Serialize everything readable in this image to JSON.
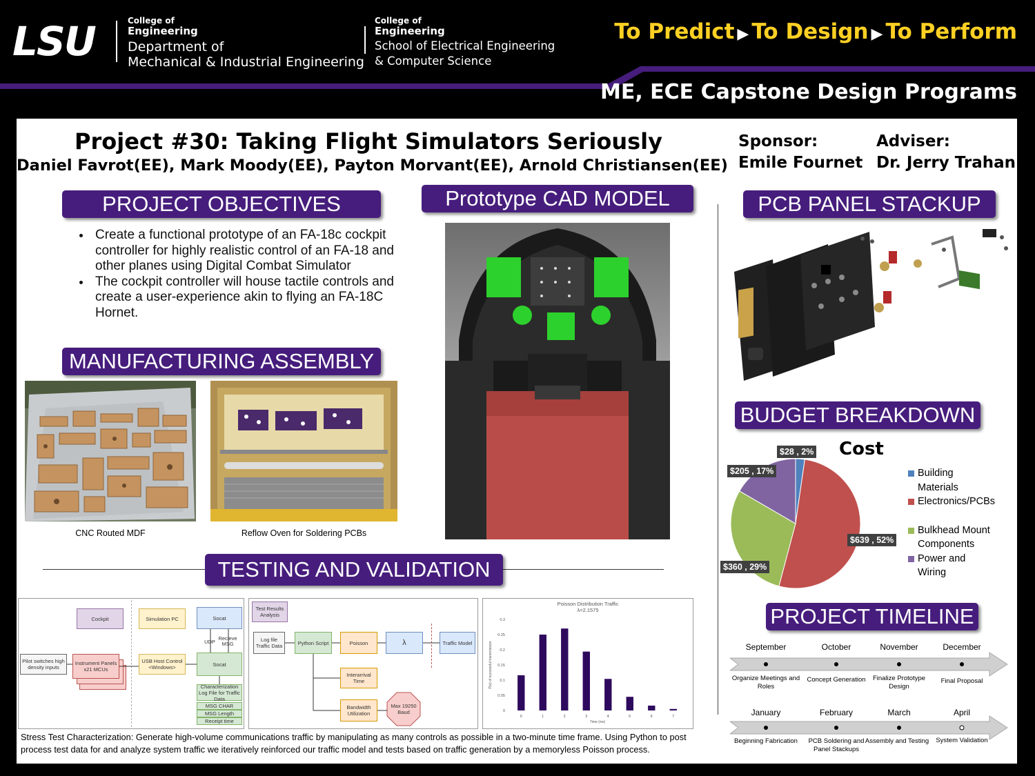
{
  "header": {
    "logo_text": "LSU",
    "college1": {
      "small": "College of",
      "eng": "Engineering",
      "dept_line1": "Department of",
      "dept_line2": "Mechanical & Industrial Engineering"
    },
    "college2": {
      "small": "College of",
      "eng": "Engineering",
      "school_line1": "School of Electrical Engineering",
      "school_line2": "& Computer Science"
    },
    "tagline": {
      "part1": "To Predict",
      "part2": "To Design",
      "part3": "To Perform"
    },
    "programs": "ME, ECE Capstone Design Programs"
  },
  "colors": {
    "purple": "#461d7c",
    "gold": "#fdd023",
    "blue": "#4f81bd",
    "red": "#c0504d",
    "green": "#9bbb59",
    "violet": "#8064a2"
  },
  "title": {
    "project": "Project #30: Taking Flight Simulators Seriously",
    "team": "Daniel Favrot(EE), Mark Moody(EE), Payton Morvant(EE), Arnold Christiansen(EE)"
  },
  "sponsor": {
    "label": "Sponsor:",
    "name": "Emile Fournet"
  },
  "adviser": {
    "label": "Adviser:",
    "name": "Dr. Jerry Trahan"
  },
  "sections": {
    "objectives": "PROJECT OBJECTIVES",
    "manufacturing": "MANUFACTURING ASSEMBLY",
    "cad": "Prototype CAD MODEL",
    "pcb": "PCB PANEL STACKUP",
    "budget": "BUDGET BREAKDOWN",
    "timeline": "PROJECT TIMELINE",
    "testing": "TESTING AND VALIDATION"
  },
  "objectives": [
    "Create a functional prototype of an FA-18c cockpit controller for highly realistic control of an FA-18 and other planes using Digital Combat Simulator",
    "The cockpit controller will house tactile controls and create a user-experience akin to flying an FA-18C Hornet."
  ],
  "captions": {
    "cnc": "CNC Routed MDF",
    "reflow": "Reflow Oven for Soldering PCBs"
  },
  "chart_data": [
    {
      "type": "pie",
      "title": "Cost",
      "categories": [
        "Building Materials",
        "Electronics/PCBs",
        "Bulkhead Mount Components",
        "Power and Wiring"
      ],
      "values": [
        28,
        639,
        360,
        205
      ],
      "percents": [
        2,
        52,
        29,
        17
      ],
      "data_labels": [
        "$28 , 2%",
        "$639 , 52%",
        "$360 , 29%",
        "$205 , 17%"
      ],
      "colors": [
        "#4f81bd",
        "#c0504d",
        "#9bbb59",
        "#8064a2"
      ],
      "legend": "right",
      "legend_lines": [
        [
          "Building",
          "Materials"
        ],
        [
          "Electronics/PCBs"
        ],
        [
          "Bulkhead Mount",
          "Components"
        ],
        [
          "Power and",
          "Wiring"
        ]
      ]
    },
    {
      "type": "bar",
      "title": "Poisson Distribution Traffic",
      "subtitle": "λ=2.1575",
      "categories": [
        "0",
        "1",
        "2",
        "3",
        "4",
        "5",
        "6",
        "7"
      ],
      "values": [
        0.116,
        0.25,
        0.27,
        0.194,
        0.104,
        0.045,
        0.016,
        0.005
      ],
      "xlabel": "Time (ms)",
      "ylabel": "P(x) of successful transmission",
      "ylim": [
        0,
        0.3
      ],
      "yticks": [
        "0",
        "0.05",
        "0.1",
        "0.15",
        "0.2",
        "0.25",
        "0.3"
      ],
      "color": "#2e0a5e"
    }
  ],
  "timeline": {
    "row1": [
      {
        "month": "September",
        "task": "Organize Meetings and Roles"
      },
      {
        "month": "October",
        "task": "Concept Generation"
      },
      {
        "month": "November",
        "task": "Finalize Prototype Design"
      },
      {
        "month": "December",
        "task": "Final Proposal"
      }
    ],
    "row2": [
      {
        "month": "January",
        "task": "Beginning Fabrication"
      },
      {
        "month": "February",
        "task": "PCB Soldering and Panel Stackups"
      },
      {
        "month": "March",
        "task": "Assembly and Testing"
      },
      {
        "month": "April",
        "task": "System Validation"
      }
    ]
  },
  "diagram1": {
    "cockpit": "Cockpit",
    "sim_pc": "Simulation PC",
    "socat_top": "Socat",
    "udp": "UDP",
    "recieve": "Recieve MSG",
    "pilot": "Pilot switches high density inputs",
    "panels": "Instrument Panels x21 MCUs",
    "usb": "USB Host Control <Windows>",
    "socat_mid": "Socat",
    "char_log": "Characterization Log File for Traffic Data",
    "msg_char": "MSG CHAR",
    "msg_len": "MSG Length",
    "receipt": "Receipt time"
  },
  "diagram2": {
    "results": "Test Results Analysis",
    "log": "Log file Traffic Data",
    "python": "Python Script",
    "poisson": "Poisson",
    "lambda": "λ",
    "traffic_model": "Traffic Model",
    "interarrival": "Interarrival Time",
    "bandwidth": "Bandwidth Utilization",
    "max_baud": "Max 19250 Baud"
  },
  "stress_test": "Stress Test Characterization: Generate high-volume communications traffic by manipulating as many controls as possible in a two-minute time frame. Using Python to post process test data for and analyze system traffic we iteratively reinforced our traffic model and tests based on traffic generation by a memoryless Poisson process."
}
